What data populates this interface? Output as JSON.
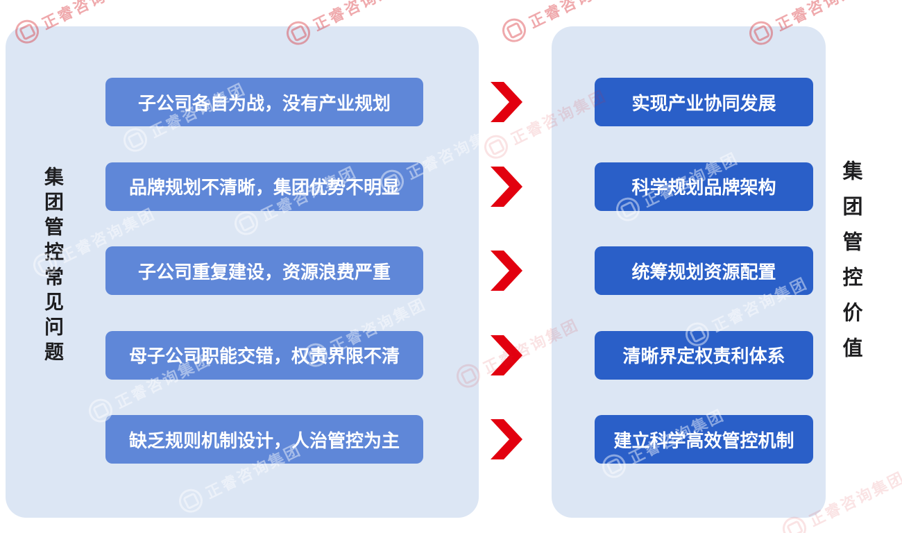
{
  "meta": {
    "watermark_text": "正睿咨询集团"
  },
  "left_panel": {
    "title": "集团管控常见问题",
    "items": [
      "子公司各自为战，没有产业规划",
      "品牌规划不清晰，集团优势不明显",
      "子公司重复建设，资源浪费严重",
      "母子公司职能交错，权责界限不清",
      "缺乏规则机制设计，人治管控为主"
    ]
  },
  "right_panel": {
    "title": "集团管控价值",
    "items": [
      "实现产业协同发展",
      "科学规划品牌架构",
      "统筹规划资源配置",
      "清晰界定权责利体系",
      "建立科学高效管控机制"
    ]
  },
  "colors": {
    "panel_bg": "#dce6f4",
    "problem_box": "#5f87d8",
    "value_box": "#2a5fc8",
    "arrow": "#e2000f",
    "title_text": "#1d1d1f"
  }
}
